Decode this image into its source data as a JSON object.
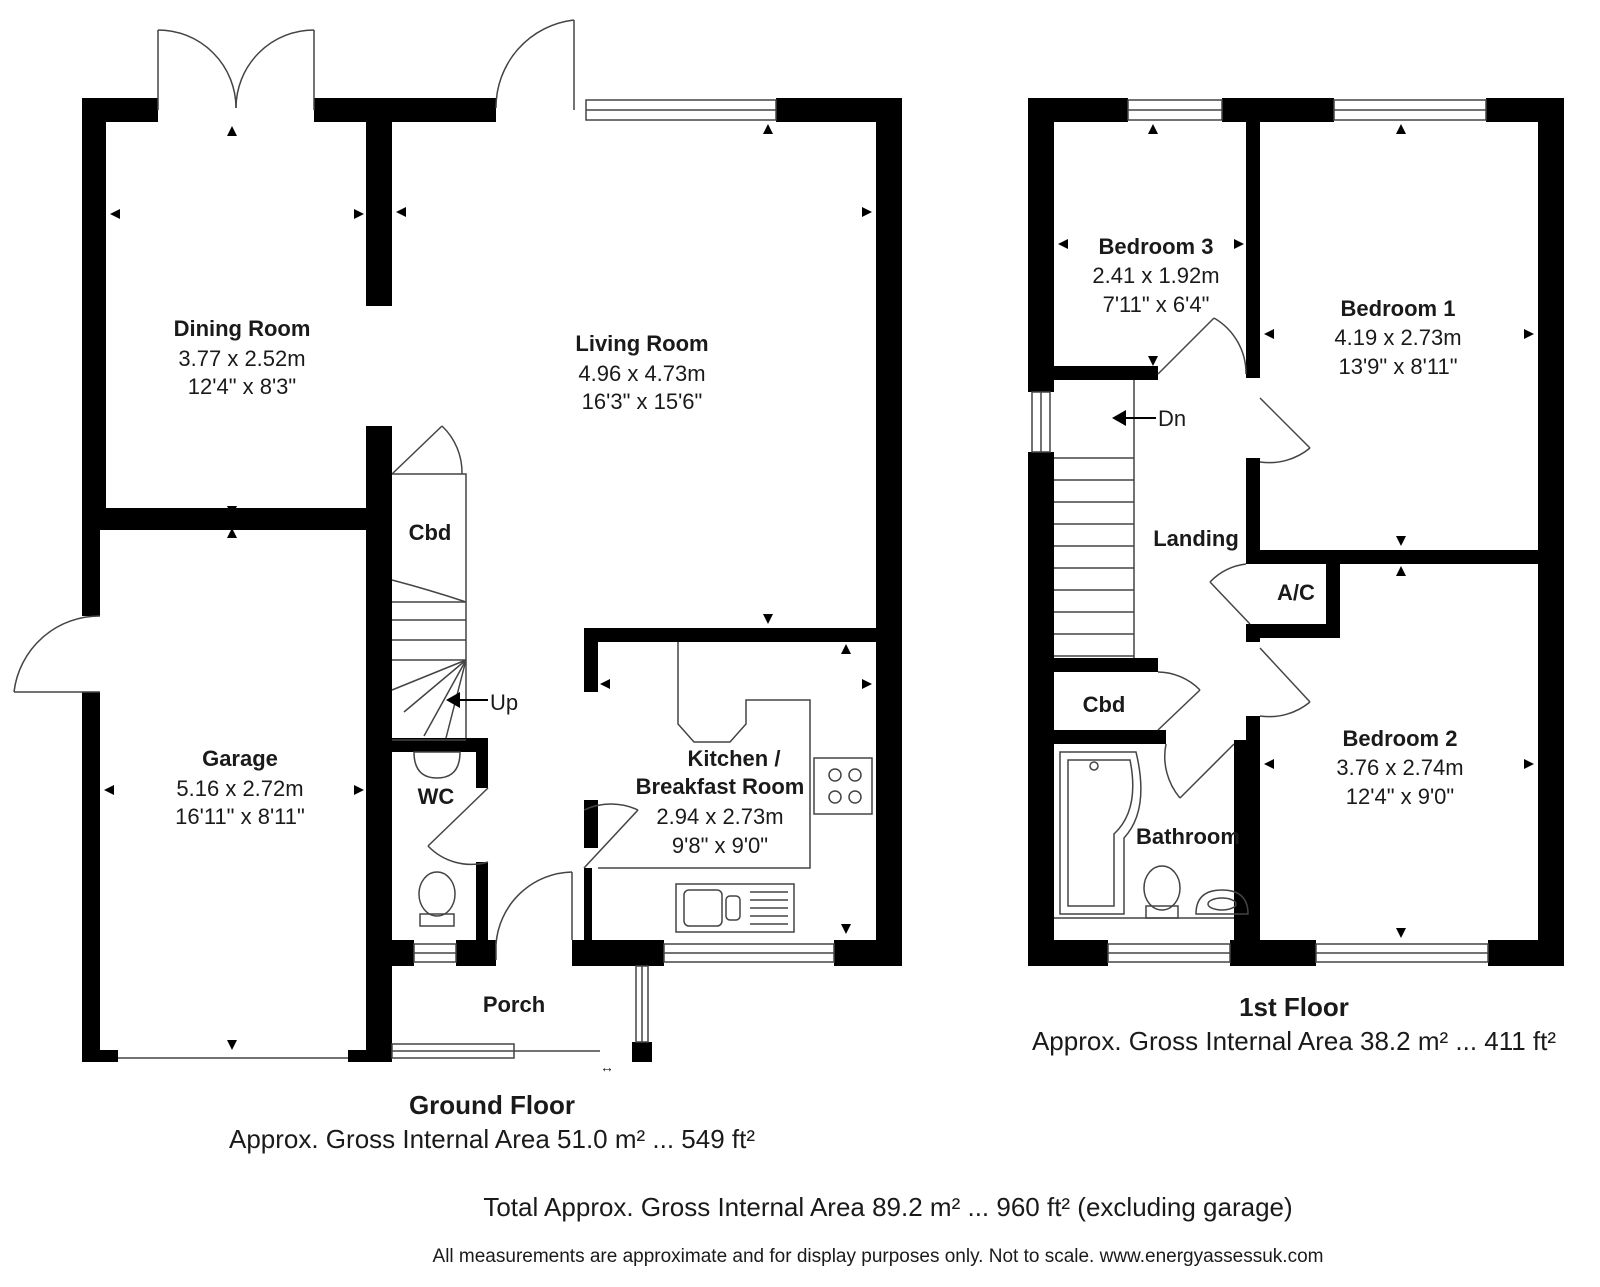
{
  "ground_floor": {
    "rooms": {
      "dining": {
        "name": "Dining Room",
        "metric": "3.77 x 2.52m",
        "imperial": "12'4\" x 8'3\""
      },
      "living": {
        "name": "Living Room",
        "metric": "4.96 x 4.73m",
        "imperial": "16'3\" x 15'6\""
      },
      "garage": {
        "name": "Garage",
        "metric": "5.16 x 2.72m",
        "imperial": "16'11\" x 8'11\""
      },
      "kitchen": {
        "name_line1": "Kitchen /",
        "name_line2": "Breakfast Room",
        "metric": "2.94 x 2.73m",
        "imperial": "9'8\" x 9'0\""
      },
      "cbd": {
        "name": "Cbd"
      },
      "wc": {
        "name": "WC"
      },
      "porch": {
        "name": "Porch"
      }
    },
    "stairs_label": "Up",
    "title": "Ground Floor",
    "area": "Approx. Gross Internal Area 51.0 m² ... 549 ft²"
  },
  "first_floor": {
    "rooms": {
      "bedroom3": {
        "name": "Bedroom 3",
        "metric": "2.41 x 1.92m",
        "imperial": "7'11\" x 6'4\""
      },
      "bedroom1": {
        "name": "Bedroom 1",
        "metric": "4.19 x 2.73m",
        "imperial": "13'9\" x 8'11\""
      },
      "bedroom2": {
        "name": "Bedroom 2",
        "metric": "3.76 x 2.74m",
        "imperial": "12'4\" x 9'0\""
      },
      "landing": {
        "name": "Landing"
      },
      "ac": {
        "name": "A/C"
      },
      "cbd": {
        "name": "Cbd"
      },
      "bathroom": {
        "name": "Bathroom"
      }
    },
    "stairs_label": "Dn",
    "title": "1st Floor",
    "area": "Approx. Gross Internal Area 38.2 m² ... 411 ft²"
  },
  "total_area": "Total Approx. Gross Internal Area 89.2 m² ... 960 ft² (excluding garage)",
  "disclaimer": "All measurements are approximate and for display purposes only. Not to scale. www.energyassessuk.com",
  "colors": {
    "wall": "#000000",
    "line": "#444444",
    "text": "#1a1a1a"
  }
}
